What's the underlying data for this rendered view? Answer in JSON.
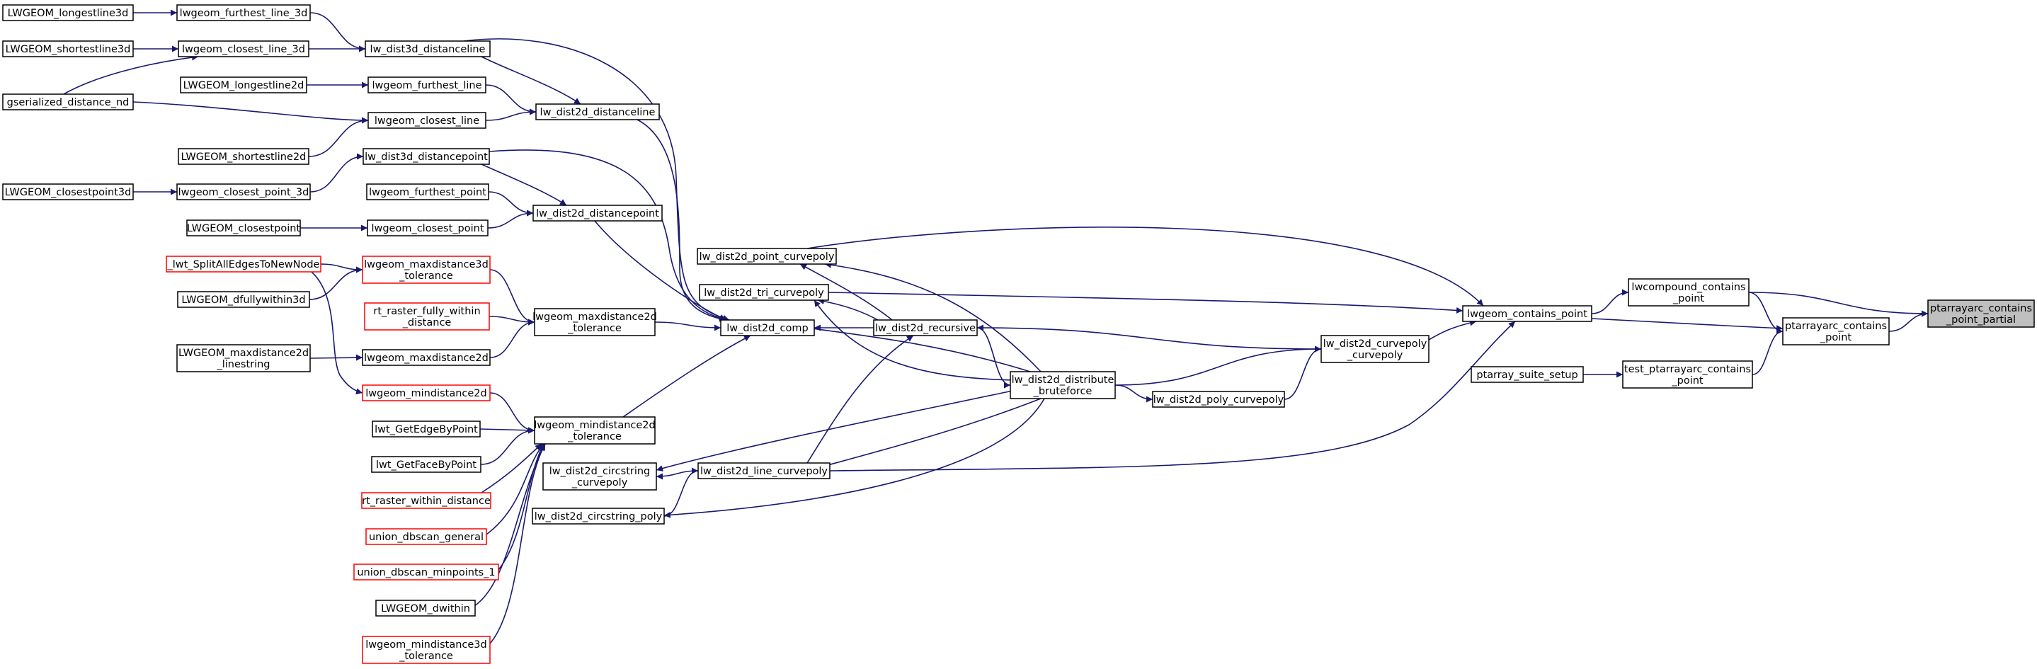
{
  "graph": {
    "title": "",
    "edge_color": "#191970",
    "highlight_fill": "#bfbfbf",
    "red_border": "#ff0000",
    "nodes": [
      {
        "id": "ptarrayarc_contains_point_partial",
        "lines": [
          "ptarrayarc_contains",
          "_point_partial"
        ],
        "style": "target"
      },
      {
        "id": "lwcompound_contains_point",
        "lines": [
          "lwcompound_contains",
          "_point"
        ],
        "style": "normal"
      },
      {
        "id": "ptarrayarc_contains_point",
        "lines": [
          "ptarrayarc_contains",
          "_point"
        ],
        "style": "normal"
      },
      {
        "id": "test_ptarrayarc_contains_point",
        "lines": [
          "test_ptarrayarc_contains",
          "_point"
        ],
        "style": "normal"
      },
      {
        "id": "ptarray_suite_setup",
        "lines": [
          "ptarray_suite_setup"
        ],
        "style": "normal"
      },
      {
        "id": "lwgeom_contains_point",
        "lines": [
          "lwgeom_contains_point"
        ],
        "style": "normal"
      },
      {
        "id": "lw_dist2d_curvepoly_curvepoly",
        "lines": [
          "lw_dist2d_curvepoly",
          "_curvepoly"
        ],
        "style": "normal"
      },
      {
        "id": "lw_dist2d_poly_curvepoly",
        "lines": [
          "lw_dist2d_poly_curvepoly"
        ],
        "style": "normal"
      },
      {
        "id": "lw_dist2d_distribute_bruteforce",
        "lines": [
          "lw_dist2d_distribute",
          "_bruteforce"
        ],
        "style": "normal"
      },
      {
        "id": "lw_dist2d_point_curvepoly",
        "lines": [
          "lw_dist2d_point_curvepoly"
        ],
        "style": "normal"
      },
      {
        "id": "lw_dist2d_tri_curvepoly",
        "lines": [
          "lw_dist2d_tri_curvepoly"
        ],
        "style": "normal"
      },
      {
        "id": "lw_dist2d_recursive",
        "lines": [
          "lw_dist2d_recursive"
        ],
        "style": "normal"
      },
      {
        "id": "lw_dist2d_comp",
        "lines": [
          "lw_dist2d_comp"
        ],
        "style": "normal"
      },
      {
        "id": "lw_dist2d_line_curvepoly",
        "lines": [
          "lw_dist2d_line_curvepoly"
        ],
        "style": "normal"
      },
      {
        "id": "lw_dist2d_circstring_curvepoly",
        "lines": [
          "lw_dist2d_circstring",
          "_curvepoly"
        ],
        "style": "normal"
      },
      {
        "id": "lw_dist2d_circstring_poly",
        "lines": [
          "lw_dist2d_circstring_poly"
        ],
        "style": "normal"
      },
      {
        "id": "lw_dist2d_distanceline",
        "lines": [
          "lw_dist2d_distanceline"
        ],
        "style": "normal"
      },
      {
        "id": "lw_dist2d_distancepoint",
        "lines": [
          "lw_dist2d_distancepoint"
        ],
        "style": "normal"
      },
      {
        "id": "lwgeom_maxdistance2d_tolerance",
        "lines": [
          "lwgeom_maxdistance2d",
          "_tolerance"
        ],
        "style": "normal"
      },
      {
        "id": "lwgeom_mindistance2d_tolerance",
        "lines": [
          "lwgeom_mindistance2d",
          "_tolerance"
        ],
        "style": "normal"
      },
      {
        "id": "lw_dist3d_distanceline",
        "lines": [
          "lw_dist3d_distanceline"
        ],
        "style": "normal"
      },
      {
        "id": "lwgeom_furthest_line",
        "lines": [
          "lwgeom_furthest_line"
        ],
        "style": "normal"
      },
      {
        "id": "lwgeom_closest_line",
        "lines": [
          "lwgeom_closest_line"
        ],
        "style": "normal"
      },
      {
        "id": "lw_dist3d_distancepoint",
        "lines": [
          "lw_dist3d_distancepoint"
        ],
        "style": "normal"
      },
      {
        "id": "lwgeom_furthest_point",
        "lines": [
          "lwgeom_furthest_point"
        ],
        "style": "normal"
      },
      {
        "id": "lwgeom_closest_point",
        "lines": [
          "lwgeom_closest_point"
        ],
        "style": "normal"
      },
      {
        "id": "lwgeom_maxdistance3d_tolerance",
        "lines": [
          "lwgeom_maxdistance3d",
          "_tolerance"
        ],
        "style": "red"
      },
      {
        "id": "rt_raster_fully_within_distance",
        "lines": [
          "rt_raster_fully_within",
          "_distance"
        ],
        "style": "red"
      },
      {
        "id": "lwgeom_maxdistance2d",
        "lines": [
          "lwgeom_maxdistance2d"
        ],
        "style": "normal"
      },
      {
        "id": "lwgeom_mindistance2d",
        "lines": [
          "lwgeom_mindistance2d"
        ],
        "style": "red"
      },
      {
        "id": "lwt_GetEdgeByPoint",
        "lines": [
          "lwt_GetEdgeByPoint"
        ],
        "style": "normal"
      },
      {
        "id": "lwt_GetFaceByPoint",
        "lines": [
          "lwt_GetFaceByPoint"
        ],
        "style": "normal"
      },
      {
        "id": "rt_raster_within_distance",
        "lines": [
          "rt_raster_within_distance"
        ],
        "style": "red"
      },
      {
        "id": "union_dbscan_general",
        "lines": [
          "union_dbscan_general"
        ],
        "style": "red"
      },
      {
        "id": "union_dbscan_minpoints_1",
        "lines": [
          "union_dbscan_minpoints_1"
        ],
        "style": "red"
      },
      {
        "id": "LWGEOM_dwithin",
        "lines": [
          "LWGEOM_dwithin"
        ],
        "style": "normal"
      },
      {
        "id": "lwgeom_mindistance3d_tolerance",
        "lines": [
          "lwgeom_mindistance3d",
          "_tolerance"
        ],
        "style": "red"
      },
      {
        "id": "lwgeom_furthest_line_3d",
        "lines": [
          "lwgeom_furthest_line_3d"
        ],
        "style": "normal"
      },
      {
        "id": "lwgeom_closest_line_3d",
        "lines": [
          "lwgeom_closest_line_3d"
        ],
        "style": "normal"
      },
      {
        "id": "LWGEOM_longestline2d",
        "lines": [
          "LWGEOM_longestline2d"
        ],
        "style": "normal"
      },
      {
        "id": "LWGEOM_shortestline2d",
        "lines": [
          "LWGEOM_shortestline2d"
        ],
        "style": "normal"
      },
      {
        "id": "lwgeom_closest_point_3d",
        "lines": [
          "lwgeom_closest_point_3d"
        ],
        "style": "normal"
      },
      {
        "id": "LWGEOM_closestpoint",
        "lines": [
          "LWGEOM_closestpoint"
        ],
        "style": "normal"
      },
      {
        "id": "_lwt_SplitAllEdgesToNewNode",
        "lines": [
          "_lwt_SplitAllEdgesToNewNode"
        ],
        "style": "red"
      },
      {
        "id": "LWGEOM_dfullywithin3d",
        "lines": [
          "LWGEOM_dfullywithin3d"
        ],
        "style": "normal"
      },
      {
        "id": "LWGEOM_maxdistance2d_linestring",
        "lines": [
          "LWGEOM_maxdistance2d",
          "_linestring"
        ],
        "style": "normal"
      },
      {
        "id": "LWGEOM_longestline3d",
        "lines": [
          "LWGEOM_longestline3d"
        ],
        "style": "normal"
      },
      {
        "id": "LWGEOM_shortestline3d",
        "lines": [
          "LWGEOM_shortestline3d"
        ],
        "style": "normal"
      },
      {
        "id": "gserialized_distance_nd",
        "lines": [
          "gserialized_distance_nd"
        ],
        "style": "normal"
      },
      {
        "id": "LWGEOM_closestpoint3d",
        "lines": [
          "LWGEOM_closestpoint3d"
        ],
        "style": "normal"
      }
    ],
    "edges": [
      {
        "from": "lwcompound_contains_point",
        "to": "ptarrayarc_contains_point_partial"
      },
      {
        "from": "ptarrayarc_contains_point",
        "to": "ptarrayarc_contains_point_partial"
      },
      {
        "from": "lwgeom_contains_point",
        "to": "lwcompound_contains_point"
      },
      {
        "from": "lwcompound_contains_point",
        "to": "ptarrayarc_contains_point"
      },
      {
        "from": "lwgeom_contains_point",
        "to": "ptarrayarc_contains_point"
      },
      {
        "from": "test_ptarrayarc_contains_point",
        "to": "ptarrayarc_contains_point"
      },
      {
        "from": "ptarray_suite_setup",
        "to": "test_ptarrayarc_contains_point"
      },
      {
        "from": "lw_dist2d_point_curvepoly",
        "to": "lwgeom_contains_point"
      },
      {
        "from": "lw_dist2d_tri_curvepoly",
        "to": "lwgeom_contains_point"
      },
      {
        "from": "lw_dist2d_curvepoly_curvepoly",
        "to": "lwgeom_contains_point"
      },
      {
        "from": "lw_dist2d_line_curvepoly",
        "to": "lwgeom_contains_point"
      },
      {
        "from": "lw_dist2d_distribute_bruteforce",
        "to": "lw_dist2d_curvepoly_curvepoly"
      },
      {
        "from": "lw_dist2d_poly_curvepoly",
        "to": "lw_dist2d_curvepoly_curvepoly"
      },
      {
        "from": "lw_dist2d_curvepoly_curvepoly",
        "to": "lw_dist2d_recursive"
      },
      {
        "from": "lw_dist2d_distribute_bruteforce",
        "to": "lw_dist2d_poly_curvepoly"
      },
      {
        "from": "lw_dist2d_distribute_bruteforce",
        "to": "lw_dist2d_point_curvepoly"
      },
      {
        "from": "lw_dist2d_distribute_bruteforce",
        "to": "lw_dist2d_tri_curvepoly"
      },
      {
        "from": "lw_dist2d_distribute_bruteforce",
        "to": "lw_dist2d_line_curvepoly"
      },
      {
        "from": "lw_dist2d_distribute_bruteforce",
        "to": "lw_dist2d_circstring_curvepoly"
      },
      {
        "from": "lw_dist2d_distribute_bruteforce",
        "to": "lw_dist2d_circstring_poly"
      },
      {
        "from": "lw_dist2d_distribute_bruteforce",
        "to": "lw_dist2d_comp"
      },
      {
        "from": "lw_dist2d_recursive",
        "to": "lw_dist2d_distribute_bruteforce"
      },
      {
        "from": "lw_dist2d_recursive",
        "to": "lw_dist2d_point_curvepoly"
      },
      {
        "from": "lw_dist2d_recursive",
        "to": "lw_dist2d_tri_curvepoly"
      },
      {
        "from": "lw_dist2d_recursive",
        "to": "lw_dist2d_comp"
      },
      {
        "from": "lw_dist2d_line_curvepoly",
        "to": "lw_dist2d_recursive"
      },
      {
        "from": "lw_dist2d_line_curvepoly",
        "to": "lw_dist2d_circstring_curvepoly"
      },
      {
        "from": "lw_dist2d_circstring_poly",
        "to": "lw_dist2d_line_curvepoly"
      },
      {
        "from": "lw_dist2d_distanceline",
        "to": "lw_dist2d_comp"
      },
      {
        "from": "lw_dist2d_distancepoint",
        "to": "lw_dist2d_comp"
      },
      {
        "from": "lwgeom_maxdistance2d_tolerance",
        "to": "lw_dist2d_comp"
      },
      {
        "from": "lwgeom_mindistance2d_tolerance",
        "to": "lw_dist2d_comp"
      },
      {
        "from": "lw_dist3d_distanceline",
        "to": "lw_dist2d_comp"
      },
      {
        "from": "lw_dist3d_distancepoint",
        "to": "lw_dist2d_comp"
      },
      {
        "from": "lw_dist3d_distanceline",
        "to": "lw_dist2d_distanceline"
      },
      {
        "from": "lwgeom_furthest_line",
        "to": "lw_dist2d_distanceline"
      },
      {
        "from": "lwgeom_closest_line",
        "to": "lw_dist2d_distanceline"
      },
      {
        "from": "lw_dist3d_distancepoint",
        "to": "lw_dist2d_distancepoint"
      },
      {
        "from": "lwgeom_furthest_point",
        "to": "lw_dist2d_distancepoint"
      },
      {
        "from": "lwgeom_closest_point",
        "to": "lw_dist2d_distancepoint"
      },
      {
        "from": "lwgeom_maxdistance3d_tolerance",
        "to": "lwgeom_maxdistance2d_tolerance"
      },
      {
        "from": "rt_raster_fully_within_distance",
        "to": "lwgeom_maxdistance2d_tolerance"
      },
      {
        "from": "lwgeom_maxdistance2d",
        "to": "lwgeom_maxdistance2d_tolerance"
      },
      {
        "from": "lwgeom_mindistance2d",
        "to": "lwgeom_mindistance2d_tolerance"
      },
      {
        "from": "lwt_GetEdgeByPoint",
        "to": "lwgeom_mindistance2d_tolerance"
      },
      {
        "from": "lwt_GetFaceByPoint",
        "to": "lwgeom_mindistance2d_tolerance"
      },
      {
        "from": "rt_raster_within_distance",
        "to": "lwgeom_mindistance2d_tolerance"
      },
      {
        "from": "union_dbscan_general",
        "to": "lwgeom_mindistance2d_tolerance"
      },
      {
        "from": "union_dbscan_minpoints_1",
        "to": "lwgeom_mindistance2d_tolerance"
      },
      {
        "from": "LWGEOM_dwithin",
        "to": "lwgeom_mindistance2d_tolerance"
      },
      {
        "from": "lwgeom_mindistance3d_tolerance",
        "to": "lwgeom_mindistance2d_tolerance"
      },
      {
        "from": "lwgeom_furthest_line_3d",
        "to": "lw_dist3d_distanceline"
      },
      {
        "from": "lwgeom_closest_line_3d",
        "to": "lw_dist3d_distanceline"
      },
      {
        "from": "LWGEOM_longestline2d",
        "to": "lwgeom_furthest_line"
      },
      {
        "from": "gserialized_distance_nd",
        "to": "lwgeom_closest_line"
      },
      {
        "from": "LWGEOM_shortestline2d",
        "to": "lwgeom_closest_line"
      },
      {
        "from": "lwgeom_closest_point_3d",
        "to": "lw_dist3d_distancepoint"
      },
      {
        "from": "LWGEOM_closestpoint",
        "to": "lwgeom_closest_point"
      },
      {
        "from": "_lwt_SplitAllEdgesToNewNode",
        "to": "lwgeom_maxdistance3d_tolerance"
      },
      {
        "from": "_lwt_SplitAllEdgesToNewNode",
        "to": "lwgeom_mindistance2d"
      },
      {
        "from": "LWGEOM_dfullywithin3d",
        "to": "lwgeom_maxdistance3d_tolerance"
      },
      {
        "from": "LWGEOM_maxdistance2d_linestring",
        "to": "lwgeom_maxdistance2d"
      },
      {
        "from": "LWGEOM_longestline3d",
        "to": "lwgeom_furthest_line_3d"
      },
      {
        "from": "LWGEOM_shortestline3d",
        "to": "lwgeom_closest_line_3d"
      },
      {
        "from": "gserialized_distance_nd",
        "to": "lwgeom_closest_line_3d"
      },
      {
        "from": "LWGEOM_closestpoint3d",
        "to": "lwgeom_closest_point_3d"
      }
    ]
  }
}
